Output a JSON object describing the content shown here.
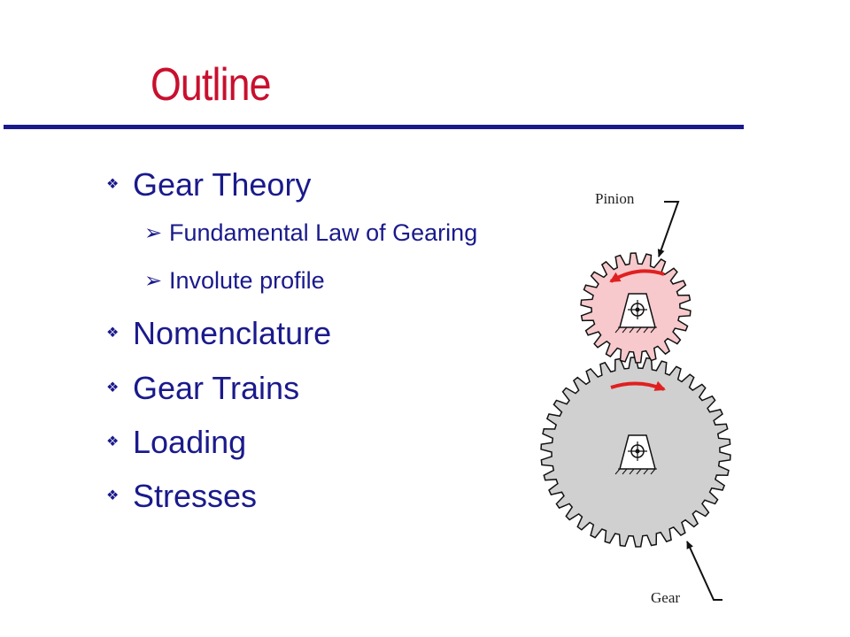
{
  "slide": {
    "title": "Outline",
    "colors": {
      "title": "#c8102e",
      "text": "#1a1a8c",
      "rule": "#1a1a8c",
      "pinion_fill": "#f7c9cc",
      "gear_fill": "#d0d0d0",
      "arrow": "#e02020"
    }
  },
  "outline": [
    {
      "text": "Gear Theory",
      "level": 1,
      "marker": "diamond-bullet-icon"
    },
    {
      "text": "Fundamental Law of Gearing",
      "level": 2,
      "marker": "arrow-bullet-icon"
    },
    {
      "text": "Involute profile",
      "level": 2,
      "marker": "arrow-bullet-icon"
    },
    {
      "text": "Nomenclature",
      "level": 1,
      "marker": "diamond-bullet-icon"
    },
    {
      "text": "Gear Trains",
      "level": 1,
      "marker": "diamond-bullet-icon"
    },
    {
      "text": "Loading",
      "level": 1,
      "marker": "diamond-bullet-icon"
    },
    {
      "text": "Stresses",
      "level": 1,
      "marker": "diamond-bullet-icon"
    }
  ],
  "figure": {
    "pinion_label": "Pinion",
    "gear_label": "Gear"
  }
}
